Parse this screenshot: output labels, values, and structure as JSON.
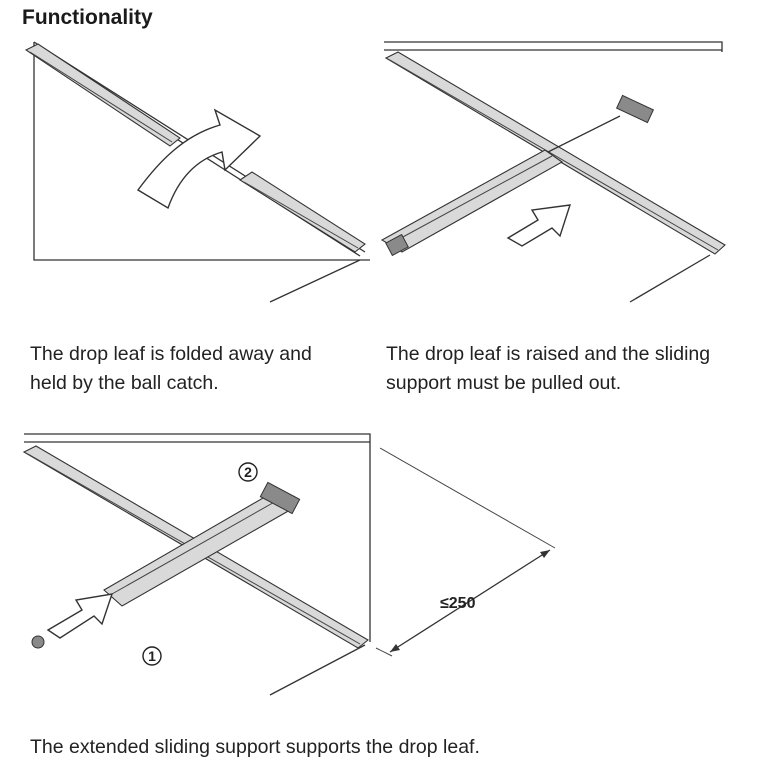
{
  "title": "Functionality",
  "captions": {
    "step1": "The drop leaf is folded away and held by the ball catch.",
    "step2": "The drop leaf is raised and the sliding support must be pulled out.",
    "step3": "The extended sliding support supports the drop leaf."
  },
  "callouts": {
    "marker_1": "1",
    "marker_2": "2",
    "dimension": "≤250"
  }
}
